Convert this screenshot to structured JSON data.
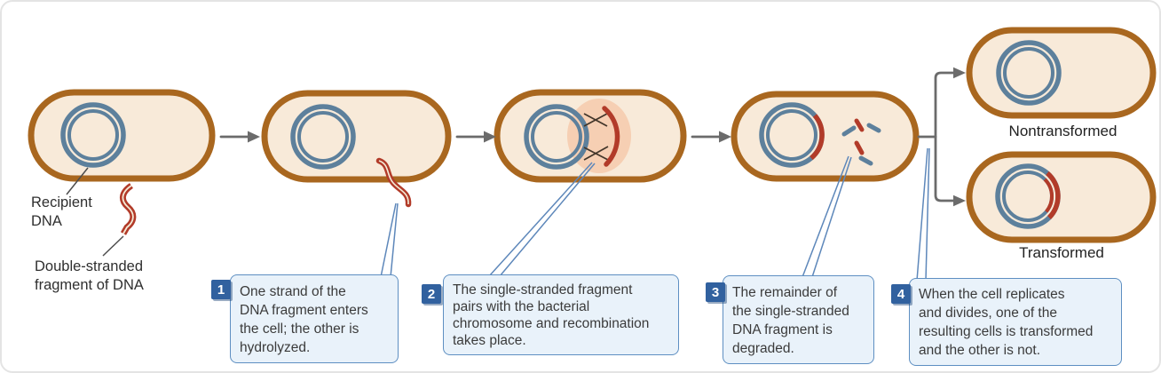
{
  "palette": {
    "cell_membrane_brown": "#a9671f",
    "cell_cytoplasm_cream": "#f8ead9",
    "chromosome_blue": "#5d809c",
    "foreign_dna_red": "#b23b29",
    "recombination_highlight": "#f5c8a9",
    "callout_fill": "#e9f2fa",
    "callout_border": "#5e8fc2",
    "badge_blue": "#31619f",
    "arrow_gray": "#6b6b6b",
    "leader_line_blue": "#5d87ba",
    "text_dark": "#2f2f2f"
  },
  "labels": {
    "recipient_dna_line1": "Recipient",
    "recipient_dna_line2": "DNA",
    "fragment_line1": "Double-stranded",
    "fragment_line2": "fragment of DNA",
    "nontransformed": "Nontransformed",
    "transformed": "Transformed"
  },
  "steps": [
    {
      "number": "1",
      "lines": [
        "One strand of the",
        "DNA fragment enters",
        "the cell; the other is",
        "hydrolyzed."
      ]
    },
    {
      "number": "2",
      "lines": [
        "The single-stranded fragment",
        "pairs with the bacterial",
        "chromosome and recombination",
        "takes place."
      ]
    },
    {
      "number": "3",
      "lines": [
        "The remainder of",
        "the single-stranded",
        "DNA fragment is",
        "degraded."
      ]
    },
    {
      "number": "4",
      "lines": [
        "When the cell replicates",
        "and divides, one of the",
        "resulting cells is transformed",
        "and the other is not."
      ]
    }
  ]
}
